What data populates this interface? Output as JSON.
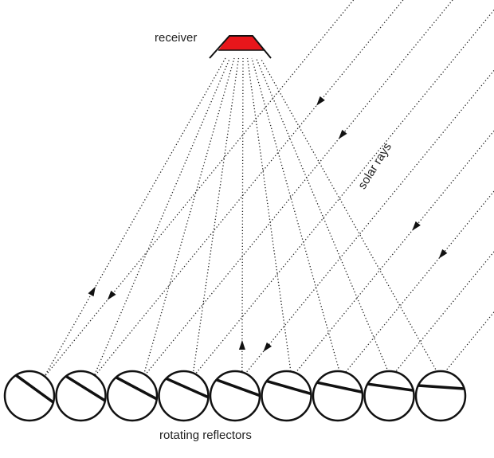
{
  "labels": {
    "receiver": "receiver",
    "solar_rays": "solar rays",
    "reflectors": "rotating reflectors"
  },
  "colors": {
    "receiver_fill": "#e8161b",
    "line": "#111111"
  },
  "reflector_count": 9
}
